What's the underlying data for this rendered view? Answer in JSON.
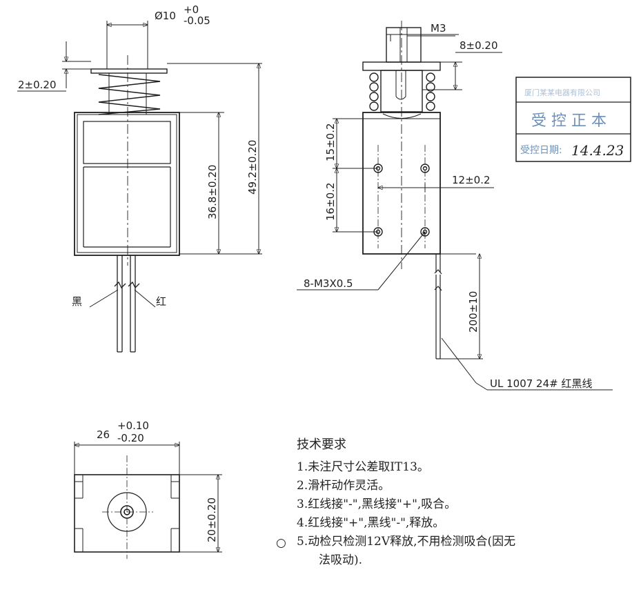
{
  "dimensions": {
    "plunger_dia_base": "Ø10",
    "plunger_dia_tol_upper": "+0",
    "plunger_dia_tol_lower": "-0.05",
    "plunger_stroke": "2±0.20",
    "body_length": "36.8±0.20",
    "total_length": "49.2±0.20",
    "thread_spec": "M3",
    "plunger_offset": "8±0.20",
    "hole_spacing_upper": "15±0.2",
    "hole_spacing_lower": "16±0.2",
    "hole_spacing_horizontal": "12±0.2",
    "mounting_thread": "8-M3X0.5",
    "lead_length": "200±10",
    "width_base": "26",
    "width_tol_upper": "+0.10",
    "width_tol_lower": "-0.20",
    "depth": "20±0.20"
  },
  "wires": {
    "black_label": "黑",
    "red_label": "红",
    "spec": "UL 1007 24# 红黑线"
  },
  "stamp": {
    "header": "厦门某某电器有限公司",
    "main": "受 控 正 本",
    "date_label": "受控日期:",
    "date_value": "14.4.23"
  },
  "notes": {
    "title": "技术要求",
    "items": [
      "1.未注尺寸公差取IT13。",
      "2.滑杆动作灵活。",
      "3.红线接\"-\",黑线接\"+\",吸合。",
      "4.红线接\"+\",黑线\"-\",释放。",
      "5.动检只检测12V释放,不用检测吸合(因无",
      "法吸动)."
    ],
    "marker": "○"
  }
}
